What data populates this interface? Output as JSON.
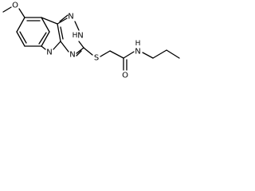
{
  "structure": {
    "atoms": {
      "methoxy_oxygen": "O",
      "triazine_nitrogen_top": "N",
      "triazine_nitrogen_nh": "N",
      "triazine_hydrogen": "H",
      "triazine_nitrogen_bottom": "N",
      "indole_nitrogen": "N",
      "thioether_sulfur": "S",
      "carbonyl_oxygen": "O",
      "amide_nitrogen": "N",
      "amide_hydrogen": "H"
    }
  }
}
